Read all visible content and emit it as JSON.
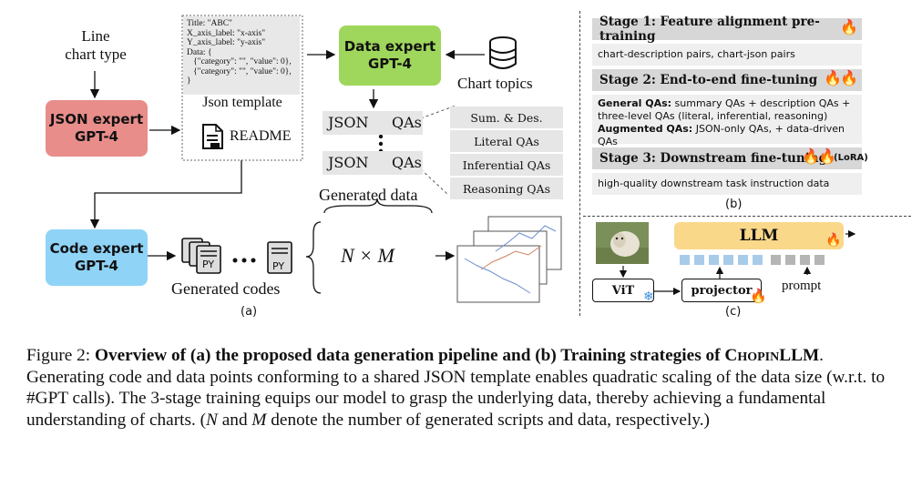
{
  "left": {
    "line_chart_type": "Line\nchart type",
    "json_expert": "JSON expert\nGPT-4",
    "json_template_text": "Title: \"ABC\"\nX_axis_label: \"x-axis\"\nY_axis_label: \"y-axis\"\nData: {\n   {\"category\": \"\", \"value\": 0},\n   {\"category\": \"\", \"value\": 0},\n}",
    "json_template_label": "Json template",
    "readme": "README",
    "data_expert": "Data expert\nGPT-4",
    "chart_topics": "Chart topics",
    "json1": "JSON",
    "qas1": "QAs",
    "json2": "JSON",
    "qas2": "QAs",
    "qa_types": [
      "Sum. & Des.",
      "Literal QAs",
      "Inferential QAs",
      "Reasoning QAs"
    ],
    "generated_data": "Generated data",
    "code_expert": "Code expert\nGPT-4",
    "py": "PY",
    "generated_codes": "Generated codes",
    "n_times_m": "N × M",
    "panel_a": "(a)"
  },
  "stages": {
    "stage1_title": "Stage 1: Feature alignment pre-training",
    "stage1_body": "chart-description pairs, chart-json pairs",
    "stage2_title": "Stage 2: End-to-end fine-tuning",
    "stage2_general_label": "General QAs:",
    "stage2_general_text": " summary QAs + description QAs + three-level QAs (literal, inferential, reasoning)",
    "stage2_aug_label": "Augmented QAs:",
    "stage2_aug_text": " JSON-only QAs, + data-driven QAs",
    "stage3_title": "Stage 3: Downstream fine-tuning",
    "stage3_lora": "(LoRA)",
    "stage3_body": "high-quality downstream task instruction data",
    "panel_b": "(b)"
  },
  "arch": {
    "llm": "LLM",
    "vit": "ViT",
    "projector": "projector",
    "prompt": "prompt",
    "panel_c": "(c)"
  },
  "caption": {
    "prefix": "Figure 2: ",
    "bold1": "Overview of (a) the proposed data generation pipeline and (b) Training strategies of ",
    "model": "ChopinLLM",
    "rest": ". Generating code and data points conforming to a shared JSON template enables quadratic scaling of the data size (w.r.t. to #GPT calls). The 3-stage training equips our model to grasp the underlying data, thereby achieving a fundamental understanding of charts. (",
    "n": "N",
    "and": " and ",
    "m": "M",
    "end": " denote the number of generated scripts and data, respectively.)"
  }
}
